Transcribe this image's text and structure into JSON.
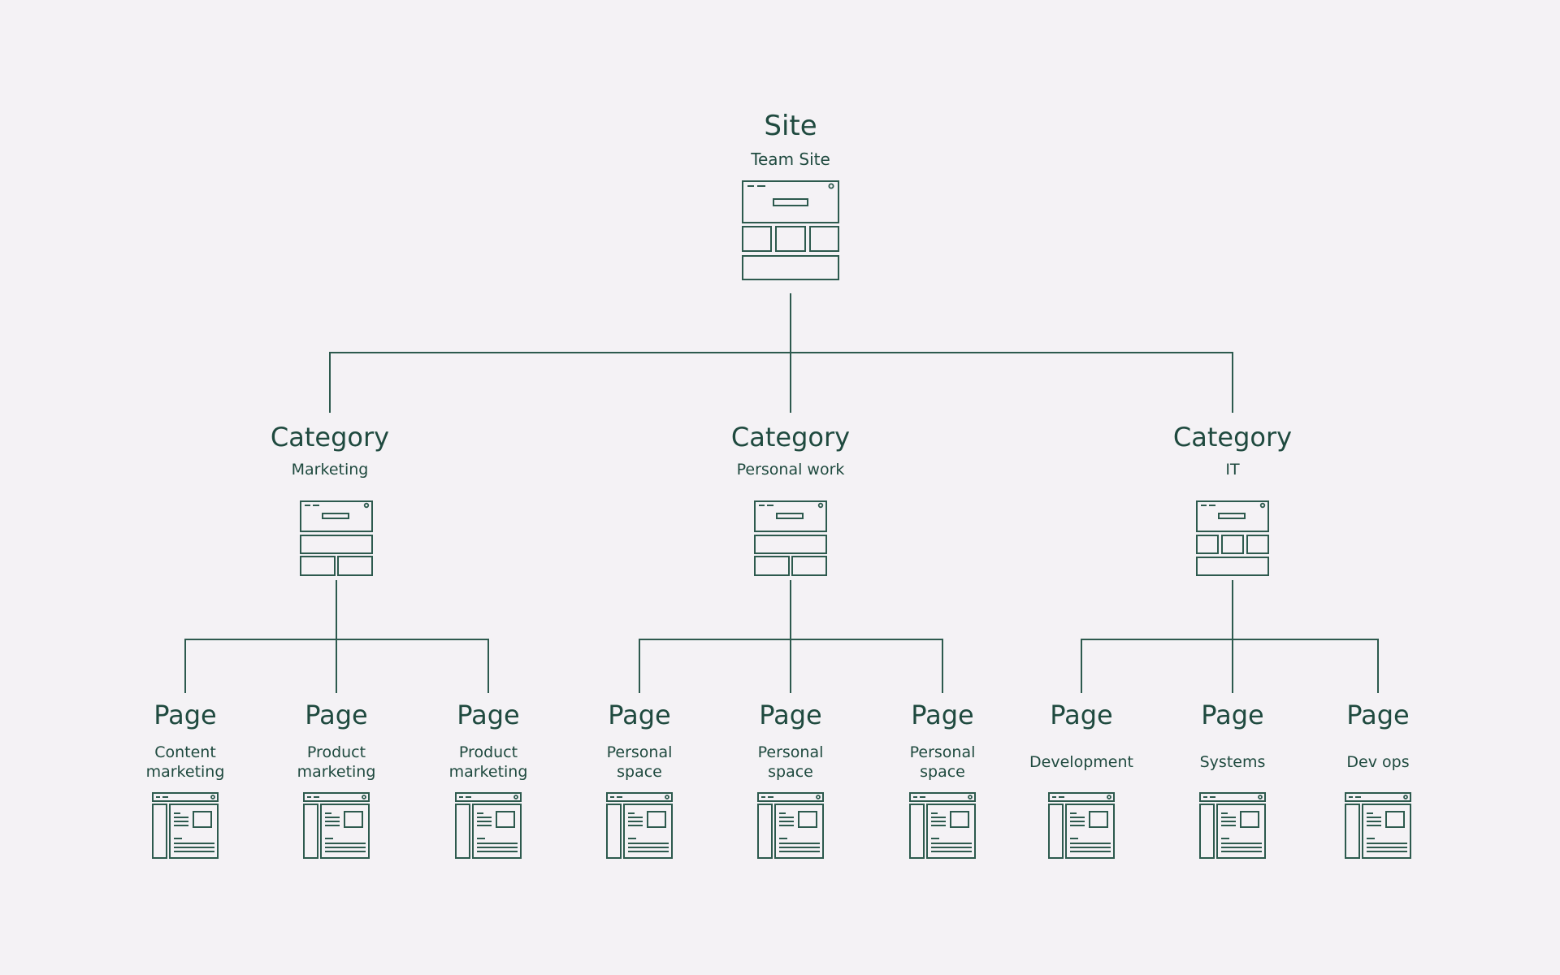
{
  "site": {
    "type": "Site",
    "name": "Team Site",
    "icon": "site-layout-icon"
  },
  "categories": [
    {
      "type": "Category",
      "name": "Marketing",
      "icon": "category-layout-two-column-icon",
      "pages": [
        {
          "type": "Page",
          "name": [
            "Content",
            "marketing"
          ],
          "icon": "page-layout-icon"
        },
        {
          "type": "Page",
          "name": [
            "Product",
            "marketing"
          ],
          "icon": "page-layout-icon"
        },
        {
          "type": "Page",
          "name": [
            "Product",
            "marketing"
          ],
          "icon": "page-layout-icon"
        }
      ]
    },
    {
      "type": "Category",
      "name": "Personal work",
      "icon": "category-layout-two-column-icon",
      "pages": [
        {
          "type": "Page",
          "name": [
            "Personal",
            "space"
          ],
          "icon": "page-layout-icon"
        },
        {
          "type": "Page",
          "name": [
            "Personal",
            "space"
          ],
          "icon": "page-layout-icon"
        },
        {
          "type": "Page",
          "name": [
            "Personal",
            "space"
          ],
          "icon": "page-layout-icon"
        }
      ]
    },
    {
      "type": "Category",
      "name": "IT",
      "icon": "category-layout-three-column-icon",
      "pages": [
        {
          "type": "Page",
          "name": [
            "Development"
          ],
          "icon": "page-layout-icon"
        },
        {
          "type": "Page",
          "name": [
            "Systems"
          ],
          "icon": "page-layout-icon"
        },
        {
          "type": "Page",
          "name": [
            "Dev ops"
          ],
          "icon": "page-layout-icon"
        }
      ]
    }
  ],
  "colors": {
    "background": "#f4f2f5",
    "text": "#1f4a3f",
    "line": "#2d5a4e"
  }
}
